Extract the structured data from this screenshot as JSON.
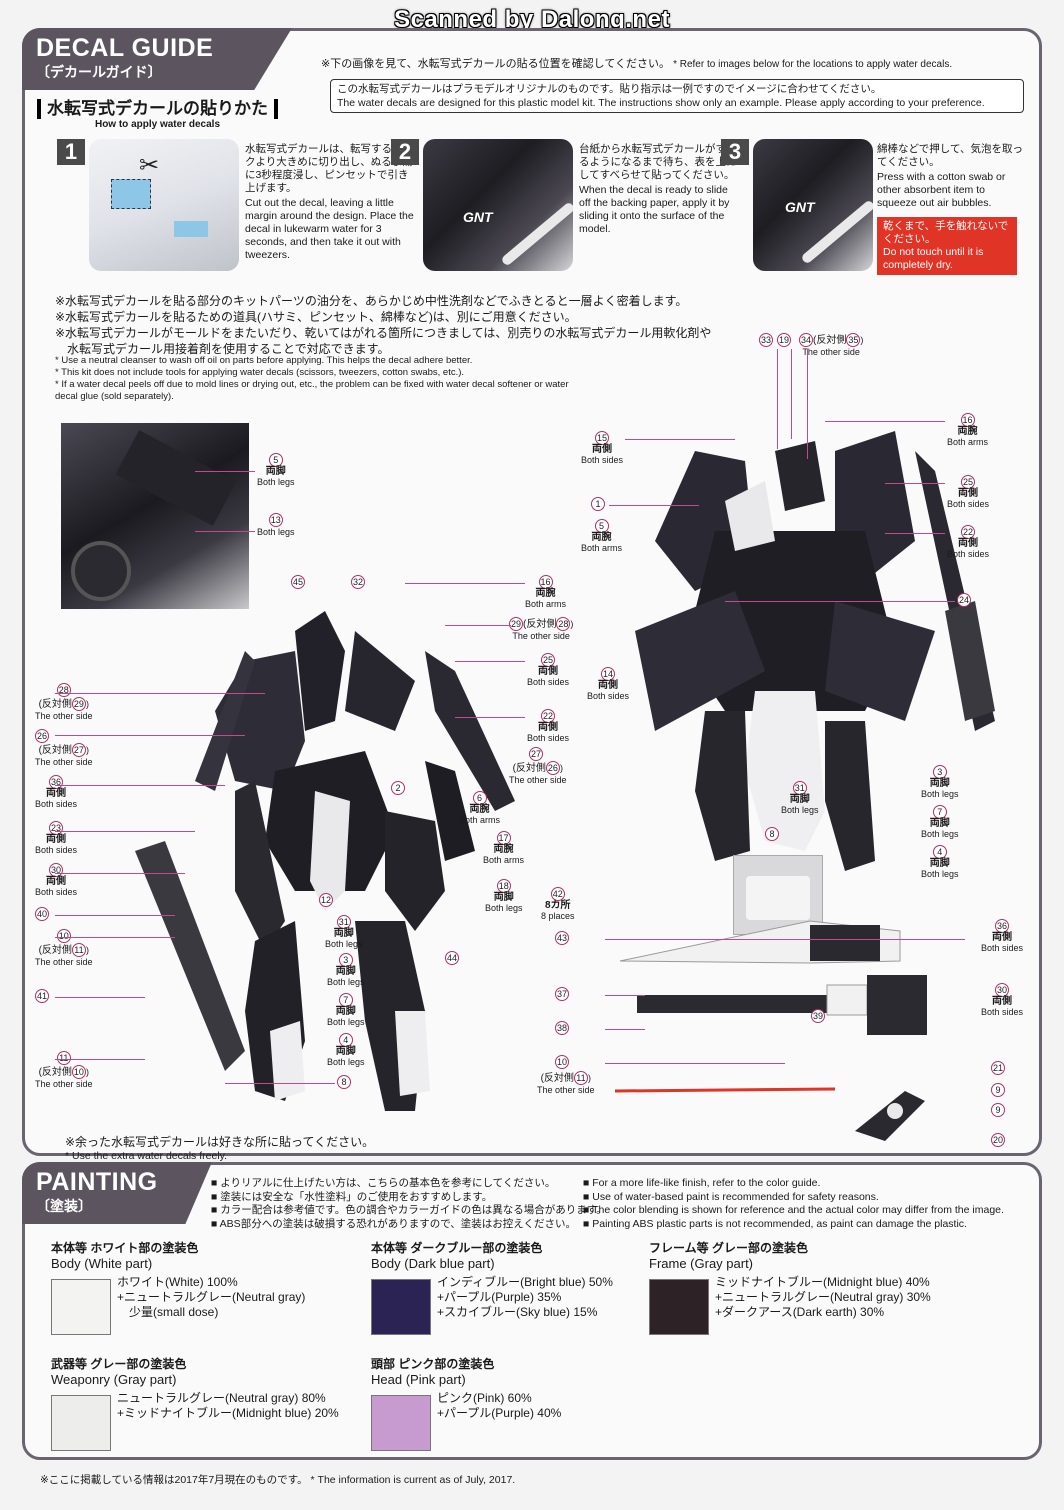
{
  "watermark": "Scanned by Dalong.net",
  "decal": {
    "title": "DECAL GUIDE",
    "subtitle": "〔デカールガイド〕",
    "intro": "※下の画像を見て、水転写式デカールの貼る位置を確認してください。",
    "intro_en": "* Refer to images below for the locations to apply water decals.",
    "notice_jp": "この水転写式デカールはプラモデルオリジナルのものです。貼り指示は一例ですのでイメージに合わせてください。",
    "notice_en": "The water decals are designed for this plastic model kit. The instructions show only an example. Please apply according to your preference.",
    "howto_title": "水転写式デカールの貼りかた",
    "howto_sub": "How to apply water decals",
    "steps": [
      {
        "num": "1",
        "jp": "水転写式デカールは、転写するマークより大きめに切り出し、ぬるま湯に3秒程度浸し、ピンセットで引き上げます。",
        "en": "Cut out the decal, leaving a little margin around the design. Place the decal in lukewarm water for 3 seconds, and then take it out with tweezers."
      },
      {
        "num": "2",
        "jp": "台紙から水転写式デカールがすべるようになるまで待ち、表を上にしてすべらせて貼ってください。",
        "en": "When the decal is ready to slide off the backing paper, apply it by sliding it onto the surface of the model."
      },
      {
        "num": "3",
        "jp": "綿棒などで押して、気泡を取ってください。",
        "en": "Press with a cotton swab or other absorbent item to squeeze out air bubbles.",
        "warn_jp": "乾くまで、手を触れないでください。",
        "warn_en": "Do not touch until it is completely dry."
      }
    ],
    "notes_jp": [
      "※水転写式デカールを貼る部分のキットパーツの油分を、あらかじめ中性洗剤などでふきとると一層よく密着します。",
      "※水転写式デカールを貼るための道具(ハサミ、ピンセット、綿棒など)は、別にご用意ください。",
      "※水転写式デカールがモールドをまたいだり、乾いてはがれる箇所につきましては、別売りの水転写式デカール用軟化剤や",
      "　水転写式デカール用接着剤を使用することで対応できます。"
    ],
    "notes_en": [
      "* Use a neutral cleanser to wash off oil on parts before applying. This helps the decal adhere better.",
      "* This kit does not include tools for applying water decals (scissors, tweezers, cotton swabs, etc.).",
      "* If a water decal peels off due to mold lines or drying out, etc., the problem can be fixed with water decal softener or water",
      "  decal glue (sold separately)."
    ],
    "extra_jp": "※余った水転写式デカールは好きな所に貼ってください。",
    "extra_en": "* Use the extra water decals freely.",
    "step_img_text": "GNT"
  },
  "callouts": {
    "c5a": {
      "n": "5",
      "jp": "両脚",
      "en": "Both legs"
    },
    "c13": {
      "n": "13",
      "jp": "",
      "en": "Both legs"
    },
    "c45": {
      "n": "45"
    },
    "c32": {
      "n": "32"
    },
    "c16a": {
      "n": "16",
      "jp": "両腕",
      "en": "Both arms"
    },
    "c29": {
      "n": "29",
      "pre": "(反対側",
      "n2": "28",
      "post": ")",
      "en": "The other side"
    },
    "c25a": {
      "n": "25",
      "jp": "両側",
      "en": "Both sides"
    },
    "c22a": {
      "n": "22",
      "jp": "両側",
      "en": "Both sides"
    },
    "c27r": {
      "n": "27"
    },
    "c26r": {
      "pre": "(反対側",
      "n": "26",
      "post": ")",
      "en": "The other side"
    },
    "c6": {
      "n": "6",
      "jp": "両腕",
      "en": "Both arms"
    },
    "c17": {
      "n": "17",
      "jp": "両腕",
      "en": "Both arms"
    },
    "c18": {
      "n": "18",
      "jp": "両脚",
      "en": "Both legs"
    },
    "c44": {
      "n": "44"
    },
    "c28": {
      "n": "28",
      "pre": "(反対側",
      "n2": "29",
      "post": ")",
      "en": "The other side"
    },
    "c26l": {
      "n": "26"
    },
    "c27l": {
      "pre": "(反対側",
      "n": "27",
      "post": ")",
      "en": "The other side"
    },
    "c36a": {
      "n": "36",
      "jp": "両側",
      "en": "Both sides"
    },
    "c23": {
      "n": "23",
      "jp": "両側",
      "en": "Both sides"
    },
    "c30a": {
      "n": "30",
      "jp": "両側",
      "en": "Both sides"
    },
    "c40": {
      "n": "40"
    },
    "c10": {
      "n": "10",
      "pre": "(反対側",
      "n2": "11",
      "post": ")",
      "en": "The other side"
    },
    "c41": {
      "n": "41"
    },
    "c11": {
      "n": "11",
      "pre": "(反対側",
      "n2": "10",
      "post": ")",
      "en": "The other side"
    },
    "c2": {
      "n": "2"
    },
    "c12": {
      "n": "12"
    },
    "c31a": {
      "n": "31",
      "jp": "両脚",
      "en": "Both legs"
    },
    "c3a": {
      "n": "3",
      "jp": "両脚",
      "en": "Both legs"
    },
    "c7a": {
      "n": "7",
      "jp": "両脚",
      "en": "Both legs"
    },
    "c4a": {
      "n": "4",
      "jp": "両脚",
      "en": "Both legs"
    },
    "c8a": {
      "n": "8"
    },
    "c33": {
      "n": "33"
    },
    "c19": {
      "n": "19"
    },
    "c34": {
      "n": "34",
      "pre": "(反対側",
      "n2": "35",
      "post": ")",
      "en": "The other side"
    },
    "c15": {
      "n": "15",
      "jp": "両側",
      "en": "Both sides"
    },
    "c16b": {
      "n": "16",
      "jp": "両腕",
      "en": "Both arms"
    },
    "c1": {
      "n": "1"
    },
    "c5b": {
      "n": "5",
      "jp": "両腕",
      "en": "Both arms"
    },
    "c25b": {
      "n": "25",
      "jp": "両側",
      "en": "Both sides"
    },
    "c22b": {
      "n": "22",
      "jp": "両側",
      "en": "Both sides"
    },
    "c24": {
      "n": "24"
    },
    "c14": {
      "n": "14",
      "jp": "両側",
      "en": "Both sides"
    },
    "c31b": {
      "n": "31",
      "jp": "両脚",
      "en": "Both legs"
    },
    "c3b": {
      "n": "3",
      "jp": "両脚",
      "en": "Both legs"
    },
    "c7b": {
      "n": "7",
      "jp": "両脚",
      "en": "Both legs"
    },
    "c8b": {
      "n": "8"
    },
    "c4b": {
      "n": "4",
      "jp": "両脚",
      "en": "Both legs"
    },
    "c42": {
      "n": "42",
      "jp": "8カ所",
      "en": "8 places"
    },
    "c36b": {
      "n": "36",
      "jp": "両側",
      "en": "Both sides"
    },
    "c43": {
      "n": "43"
    },
    "c30b": {
      "n": "30",
      "jp": "両側",
      "en": "Both sides"
    },
    "c37": {
      "n": "37"
    },
    "c38": {
      "n": "38"
    },
    "c39": {
      "n": "39"
    },
    "c10b": {
      "n": "10"
    },
    "c11b": {
      "pre": "(反対側",
      "n": "11",
      "post": ")",
      "en": "The other side"
    },
    "c21": {
      "n": "21"
    },
    "c9a": {
      "n": "9"
    },
    "c9b": {
      "n": "9"
    },
    "c20": {
      "n": "20"
    }
  },
  "painting": {
    "title": "PAINTING",
    "subtitle": "〔塗装〕",
    "notes_jp": [
      "■ よりリアルに仕上げたい方は、こちらの基本色を参考にしてください。",
      "■ 塗装には安全な「水性塗料」のご使用をおすすめします。",
      "■ カラー配合は参考値です。色の調合やカラーガイドの色は異なる場合があります。",
      "■ ABS部分への塗装は破損する恐れがありますので、塗装はお控えください。"
    ],
    "notes_en": [
      "■ For a more life-like finish, refer to the color guide.",
      "■ Use of water-based paint is recommended for safety reasons.",
      "■ The color blending is shown for reference and the actual color may differ from the image.",
      "■ Painting ABS plastic parts is not recommended, as paint can damage the plastic."
    ],
    "groups": [
      {
        "title": "本体等 ホワイト部の塗装色",
        "sub": "Body (White part)",
        "color": "#f3f4f2",
        "lines": [
          "ホワイト(White) 100%",
          "+ニュートラルグレー(Neutral gray)",
          "　少量(small dose)"
        ]
      },
      {
        "title": "本体等 ダークブルー部の塗装色",
        "sub": "Body (Dark blue part)",
        "color": "#2c2355",
        "lines": [
          "インディブルー(Bright blue) 50%",
          "+パープル(Purple) 35%",
          "+スカイブルー(Sky blue) 15%"
        ]
      },
      {
        "title": "フレーム等 グレー部の塗装色",
        "sub": "Frame (Gray part)",
        "color": "#2d2225",
        "lines": [
          "ミッドナイトブルー(Midnight blue) 40%",
          "+ニュートラルグレー(Neutral gray) 30%",
          "+ダークアース(Dark earth) 30%"
        ]
      },
      {
        "title": "武器等 グレー部の塗装色",
        "sub": "Weaponry (Gray part)",
        "color": "#ededeb",
        "lines": [
          "ニュートラルグレー(Neutral gray) 80%",
          "+ミッドナイトブルー(Midnight blue) 20%"
        ]
      },
      {
        "title": "頭部 ピンク部の塗装色",
        "sub": "Head (Pink part)",
        "color": "#c79ad0",
        "lines": [
          "ピンク(Pink) 60%",
          "+パープル(Purple) 40%"
        ]
      }
    ]
  },
  "footer": "※ここに掲載している情報は2017年7月現在のものです。 * The information is current as of July, 2017."
}
